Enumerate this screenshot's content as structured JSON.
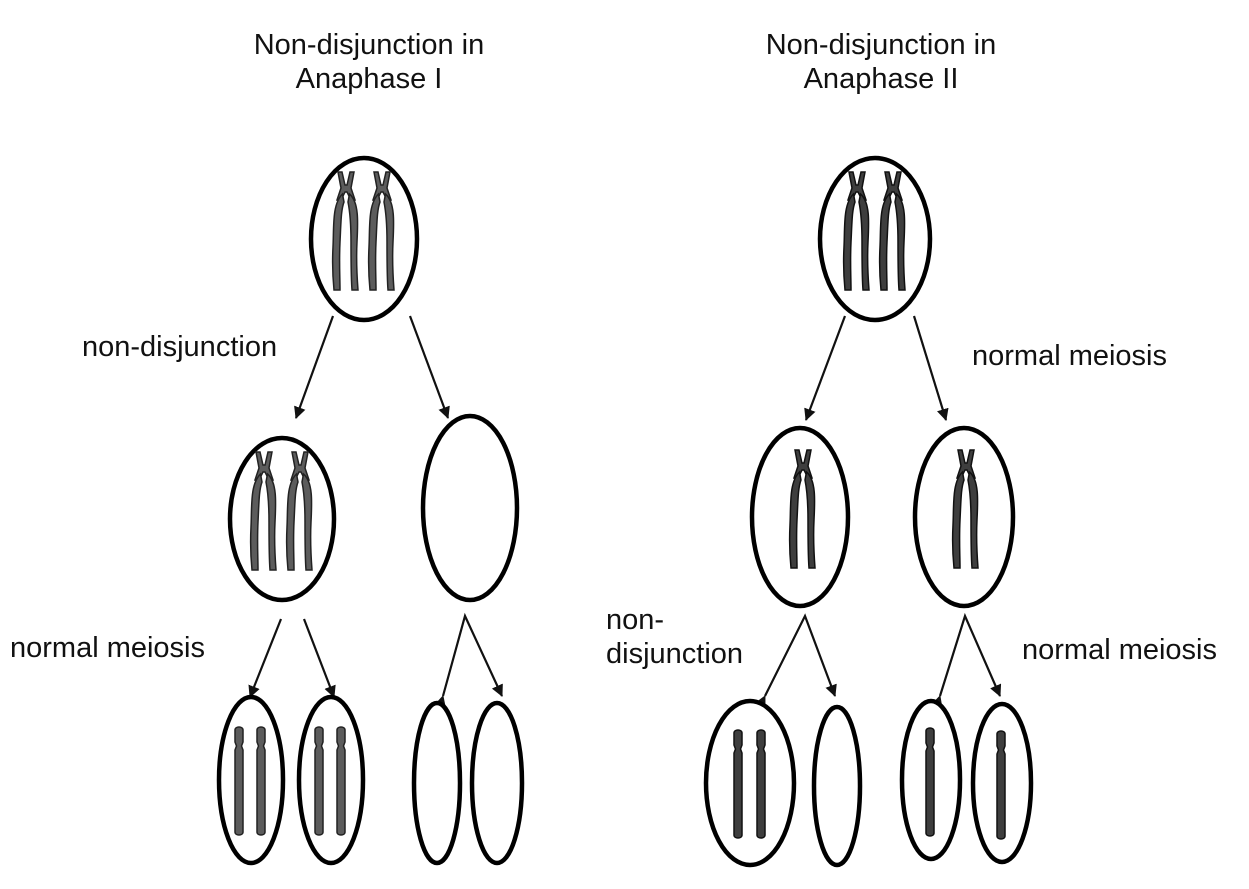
{
  "colors": {
    "chromosome_light": "#5c5c5c",
    "chromosome_dark": "#3e3e3e",
    "outline": "#000000"
  },
  "labels": {
    "title_left_line1": "Non-disjunction in",
    "title_left_line2": "Anaphase I",
    "title_right_line1": "Non-disjunction in",
    "title_right_line2": "Anaphase II",
    "left_first_division": "non-disjunction",
    "left_second_division": "normal meiosis",
    "right_first_division": "normal meiosis",
    "right_second_left_line1": "non-",
    "right_second_left_line2": "disjunction",
    "right_second_right": "normal meiosis"
  }
}
